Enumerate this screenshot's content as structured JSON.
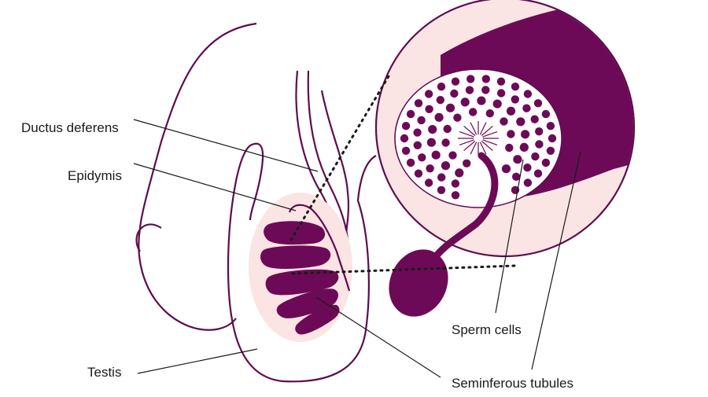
{
  "labels": {
    "ductus_deferens": "Ductus deferens",
    "epidymis": "Epidymis",
    "testis": "Testis",
    "sperm_cells": "Sperm cells",
    "seminiferous_tubules": "Seminferous tubules"
  },
  "colors": {
    "outline": "#5e0b4f",
    "fill": "#6d0a57",
    "highlight": "#fbe4e4",
    "line": "#1a1a1a"
  }
}
